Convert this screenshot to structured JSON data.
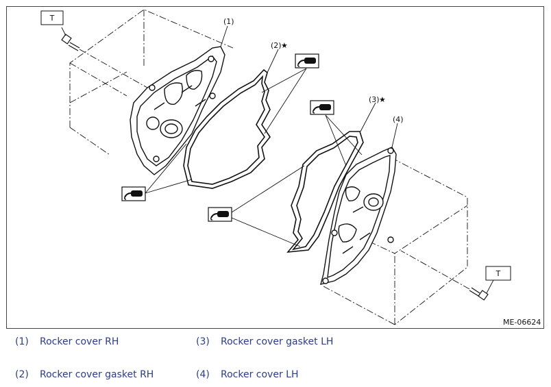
{
  "figure": {
    "code": "ME-06624",
    "torque_label_left": "T",
    "torque_label_right": "T",
    "callouts": [
      {
        "id": "c1",
        "text": "(1)"
      },
      {
        "id": "c2",
        "text": "(2)"
      },
      {
        "id": "c3",
        "text": "(3)"
      },
      {
        "id": "c4",
        "text": "(4)"
      }
    ],
    "star_symbol": "★"
  },
  "legend": [
    {
      "num": "(1)",
      "text": "Rocker cover RH"
    },
    {
      "num": "(2)",
      "text": "Rocker cover gasket RH"
    },
    {
      "num": "(3)",
      "text": "Rocker cover gasket LH"
    },
    {
      "num": "(4)",
      "text": "Rocker cover LH"
    }
  ],
  "colors": {
    "legend_text": "#2a3c8c",
    "line": "#111111",
    "frame": "#444444"
  }
}
